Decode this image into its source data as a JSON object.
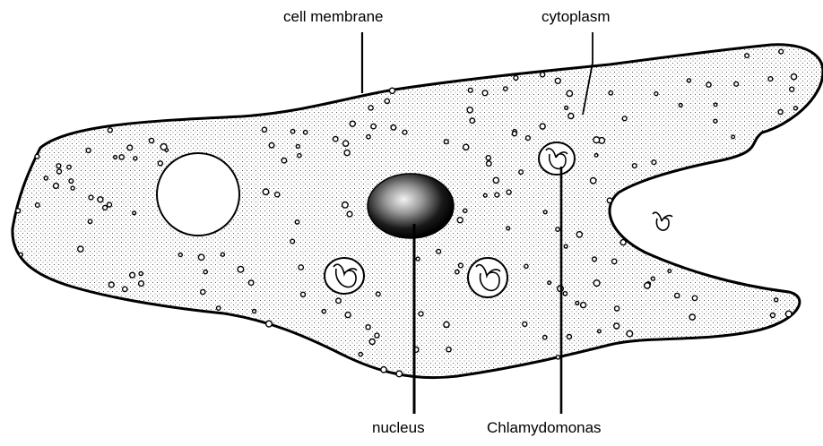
{
  "labels": {
    "cell_membrane": "cell membrane",
    "cytoplasm": "cytoplasm",
    "nucleus": "nucleus",
    "chlamydomonas": "Chlamydomonas"
  },
  "colors": {
    "outline": "#000000",
    "background": "#ffffff",
    "stipple": "#555555",
    "nucleus_dark": "#000000"
  }
}
